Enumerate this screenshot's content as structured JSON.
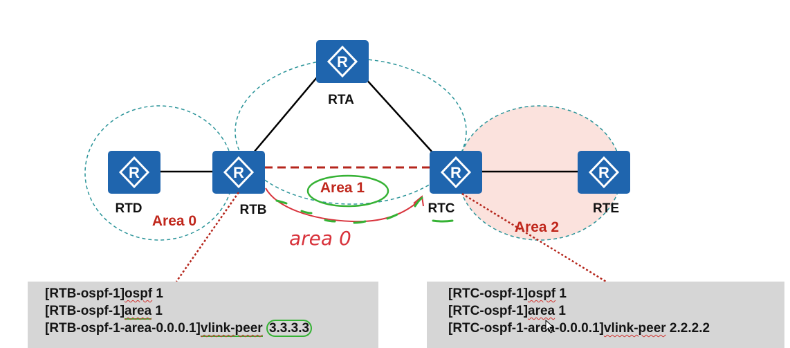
{
  "diagram": {
    "routers": {
      "rta": {
        "label": "RTA"
      },
      "rtb": {
        "label": "RTB"
      },
      "rtc": {
        "label": "RTC"
      },
      "rtd": {
        "label": "RTD"
      },
      "rte": {
        "label": "RTE"
      },
      "icon_glyph": "R"
    },
    "areas": {
      "area0": "Area 0",
      "area1": "Area 1",
      "area2": "Area 2"
    },
    "annotations": {
      "handwritten": "area 0"
    },
    "colors": {
      "router_fill": "#1f65ae",
      "area_label": "#c0271c",
      "ellipse_stroke": "#2b9499",
      "area2_fill": "#fbe2dd",
      "vlink_dash": "#b5261c",
      "pen_red": "#d8323b",
      "pen_green": "#35b234"
    }
  },
  "config": {
    "rtb": {
      "lines": [
        {
          "prompt": "[RTB-ospf-1]",
          "cmd": "ospf",
          "arg": " 1"
        },
        {
          "prompt": "[RTB-ospf-1]",
          "cmd": "area",
          "arg": " 1"
        },
        {
          "prompt": "[RTB-ospf-1-area-0.0.0.1]",
          "cmd": "vlink-peer",
          "arg": "3.3.3.3"
        }
      ]
    },
    "rtc": {
      "lines": [
        {
          "prompt": "[RTC-ospf-1]",
          "cmd": "ospf",
          "arg": " 1"
        },
        {
          "prompt": "[RTC-ospf-1]",
          "cmd": "area",
          "arg": " 1"
        },
        {
          "prompt": "[RTC-ospf-1-area-0.0.0.1]",
          "cmd": "vlink-peer",
          "arg": " 2.2.2.2"
        }
      ]
    }
  }
}
